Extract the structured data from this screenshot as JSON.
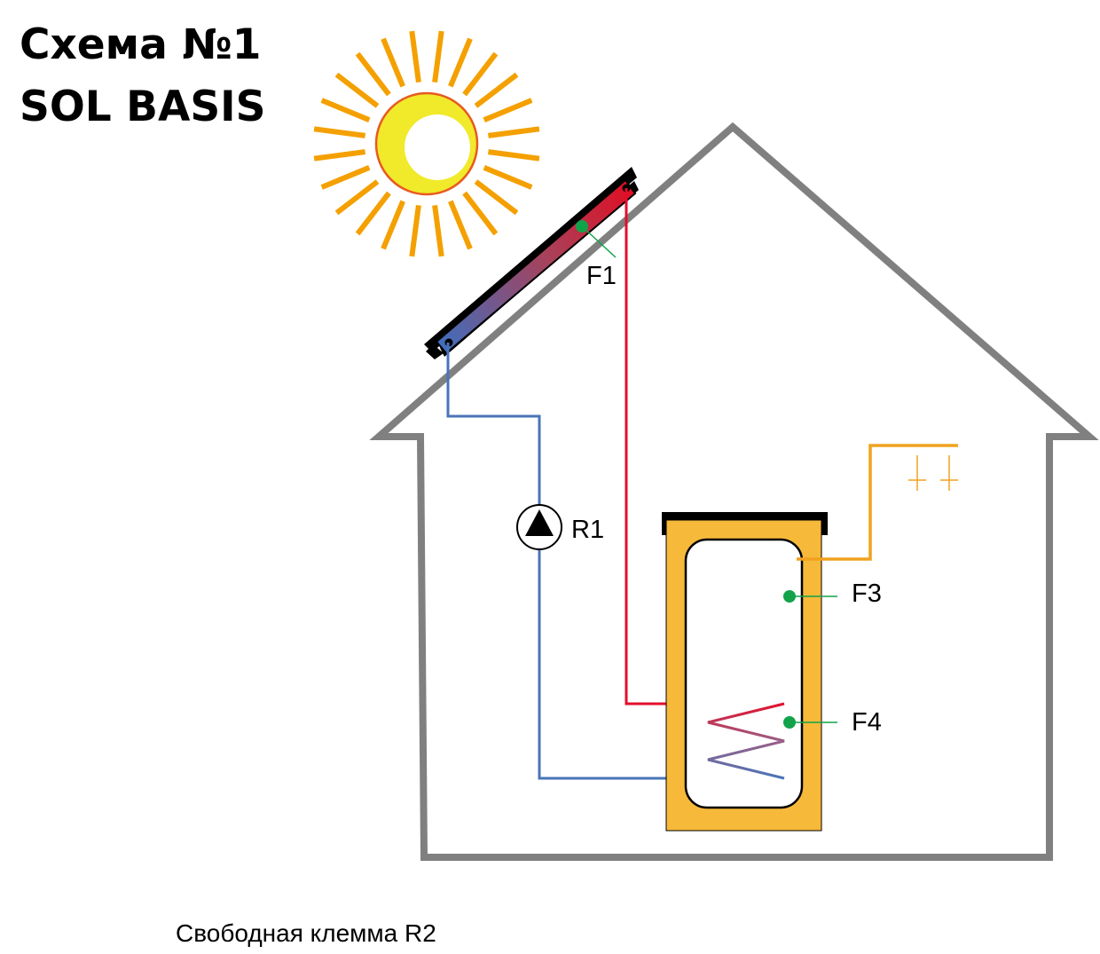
{
  "title": {
    "line1": "Схема №1",
    "line2": "SOL BASIS"
  },
  "labels": {
    "collector_sensor": "F1",
    "pump": "R1",
    "tank_top_sensor": "F3",
    "tank_bottom_sensor": "F4"
  },
  "footer": "Свободная клемма R2",
  "colors": {
    "house_outline": "#808080",
    "hot_pipe": "#e30d2b",
    "cold_pipe": "#4a74b8",
    "hot_water_pipe": "#f0a21e",
    "tank_body": "#f6b93a",
    "sensor": "#12a34a",
    "sun_rays": "#f4a000",
    "sun_body": "#f0ea2a",
    "sun_outline": "#e85a20"
  }
}
